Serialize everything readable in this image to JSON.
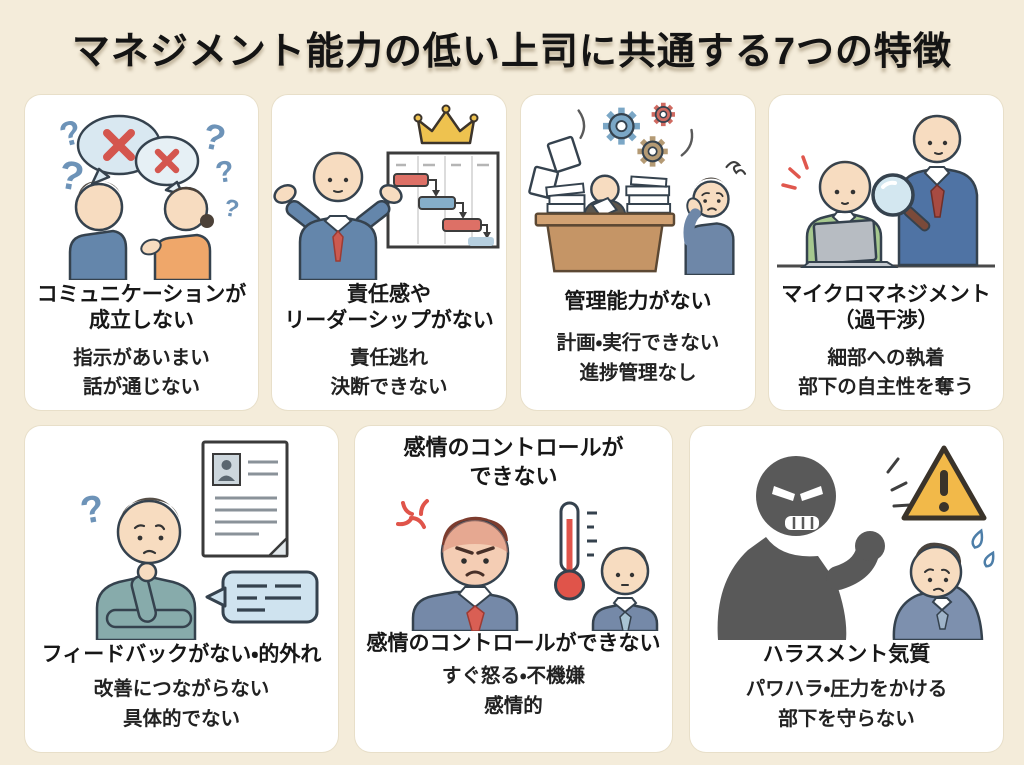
{
  "page": {
    "title": "マネジメント能力の低い上司に共通する7つの特徴",
    "background_color": "#f4ecda",
    "card_color": "#ffffff",
    "text_color": "#1b1b1b"
  },
  "palette": {
    "outline_navy": "#35424e",
    "accent_red": "#d4564e",
    "question_blue": "#6d93b8",
    "suit_blue": "#6486ab",
    "suit_slate": "#7589a8",
    "sweater_orange": "#efa76a",
    "sweater_teal": "#87abab",
    "sweater_green": "#a6c88f",
    "crown_gold": "#eec24f",
    "warning_amber": "#f2b949",
    "bubble_blue": "#d9e8f1",
    "silhouette_gray": "#595959",
    "desk_brown": "#d2a273"
  },
  "cards": [
    {
      "id": "communication",
      "illustration": "two-people-crossed-speech-bubbles",
      "heading_lines": [
        "コミュニケーションが",
        "成立しない"
      ],
      "detail_lines": [
        "指示があいまい",
        "話が通じない"
      ]
    },
    {
      "id": "leadership",
      "illustration": "shrugging-boss-gantt-chart-crown",
      "heading_lines": [
        "責任感や",
        "リーダーシップがない"
      ],
      "detail_lines": [
        "責任逃れ",
        "決断できない"
      ]
    },
    {
      "id": "management",
      "illustration": "messy-desk-gears-troubled-worker",
      "heading_lines": [
        "管理能力がない"
      ],
      "detail_lines": [
        "計画・実行できない",
        "進捗管理なし"
      ]
    },
    {
      "id": "micromanagement",
      "illustration": "boss-magnifying-glass-over-worker",
      "heading_lines": [
        "マイクロマネジメント",
        "（過干渉）"
      ],
      "detail_lines": [
        "細部への執着",
        "部下の自主性を奪う"
      ]
    },
    {
      "id": "feedback",
      "illustration": "puzzled-person-document-speech-bubble",
      "heading_lines": [
        "フィードバックがない・的外れ"
      ],
      "detail_lines": [
        "改善につながらない",
        "具体的でない"
      ]
    },
    {
      "id": "emotion",
      "illustration": "angry-boss-thermometer-timid-worker",
      "top_lines": [
        "感情のコントロールが",
        "できない"
      ],
      "heading_lines": [
        "感情のコントロールができない"
      ],
      "detail_lines": [
        "すぐ怒る・不機嫌",
        "感情的"
      ]
    },
    {
      "id": "harassment",
      "illustration": "shouting-silhouette-warning-cowering-worker",
      "heading_lines": [
        "ハラスメント気質"
      ],
      "detail_lines": [
        "パワハラ・圧力をかける",
        "部下を守らない"
      ]
    }
  ]
}
